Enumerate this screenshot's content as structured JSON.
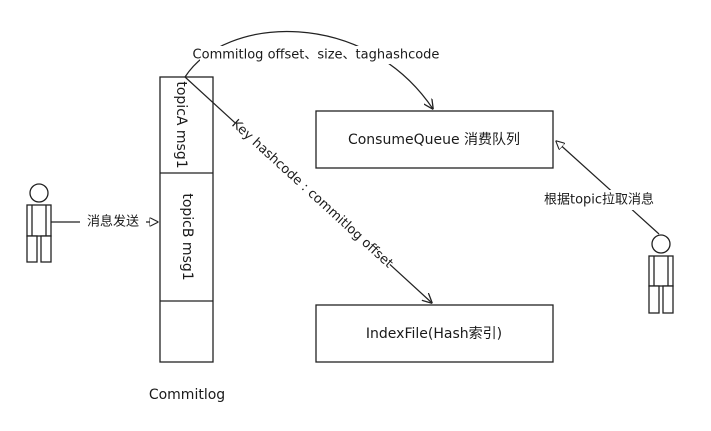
{
  "nodes": {
    "consumequeue": "ConsumeQueue 消费队列",
    "indexfile": "IndexFile(Hash索引)",
    "commitlog_label": "Commitlog",
    "msg_a": "topicA msg1",
    "msg_b": "topicB msg1"
  },
  "edges": {
    "send": "消息发送",
    "offset_size_hash": "Commitlog offset、size、taghashcode",
    "key_hash": "Key hashcode : commitlog offset",
    "pull": "根据topic拉取消息"
  },
  "colors": {
    "stroke": "#222222",
    "text": "#1a1a1a",
    "background": "#ffffff"
  }
}
